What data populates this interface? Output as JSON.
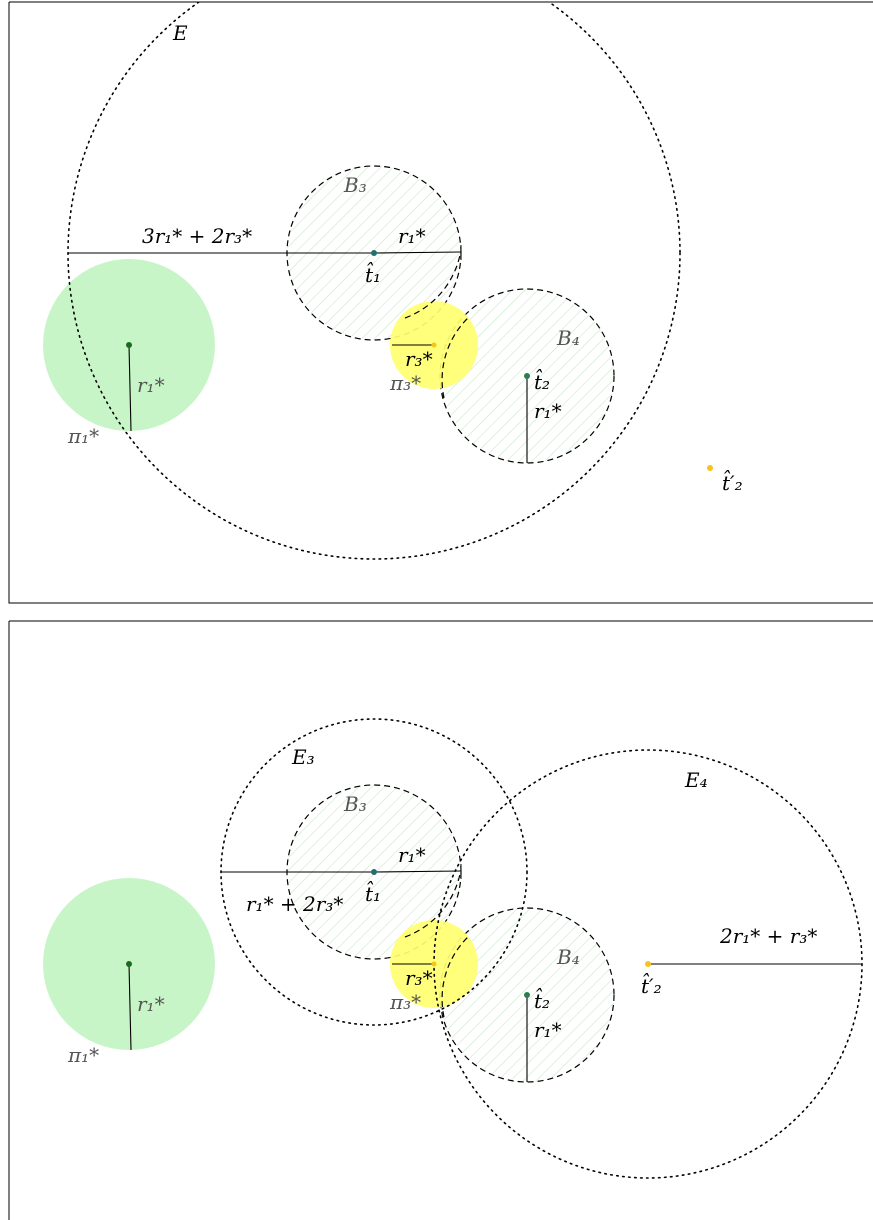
{
  "colors": {
    "pi1_fill": "#c8f5c8",
    "pi3_fill": "#ffff70",
    "hatch": "#c8e8c8",
    "point_dark_green": "#1b6b1b",
    "point_teal": "#1f6f6f",
    "point_green": "#2e7d4f",
    "point_yellow": "#f5c518",
    "stroke": "#000000",
    "label_grey": "#555555"
  },
  "panels": [
    {
      "labels": {
        "E": "E",
        "B3": "B₃",
        "B4": "B₄",
        "t1": "t̂₁",
        "t2": "t̂₂",
        "t2p": "t̂′₂",
        "r1_left": "r₁*",
        "r1_b3": "r₁*",
        "r1_b4": "r₁*",
        "r3": "r₃*",
        "pi1": "π₁*",
        "pi3": "π₃*",
        "radius": "3r₁* + 2r₃*"
      }
    },
    {
      "labels": {
        "E3": "E₃",
        "E4": "E₄",
        "B3": "B₃",
        "B4": "B₄",
        "t1": "t̂₁",
        "t2": "t̂₂",
        "t2p": "t̂′₂",
        "r1_left": "r₁*",
        "r1_b3": "r₁*",
        "r1_b4": "r₁*",
        "r3": "r₃*",
        "pi1": "π₁*",
        "pi3": "π₃*",
        "radius_e3": "r₁* + 2r₃*",
        "radius_e4": "2r₁* + r₃*"
      }
    }
  ]
}
